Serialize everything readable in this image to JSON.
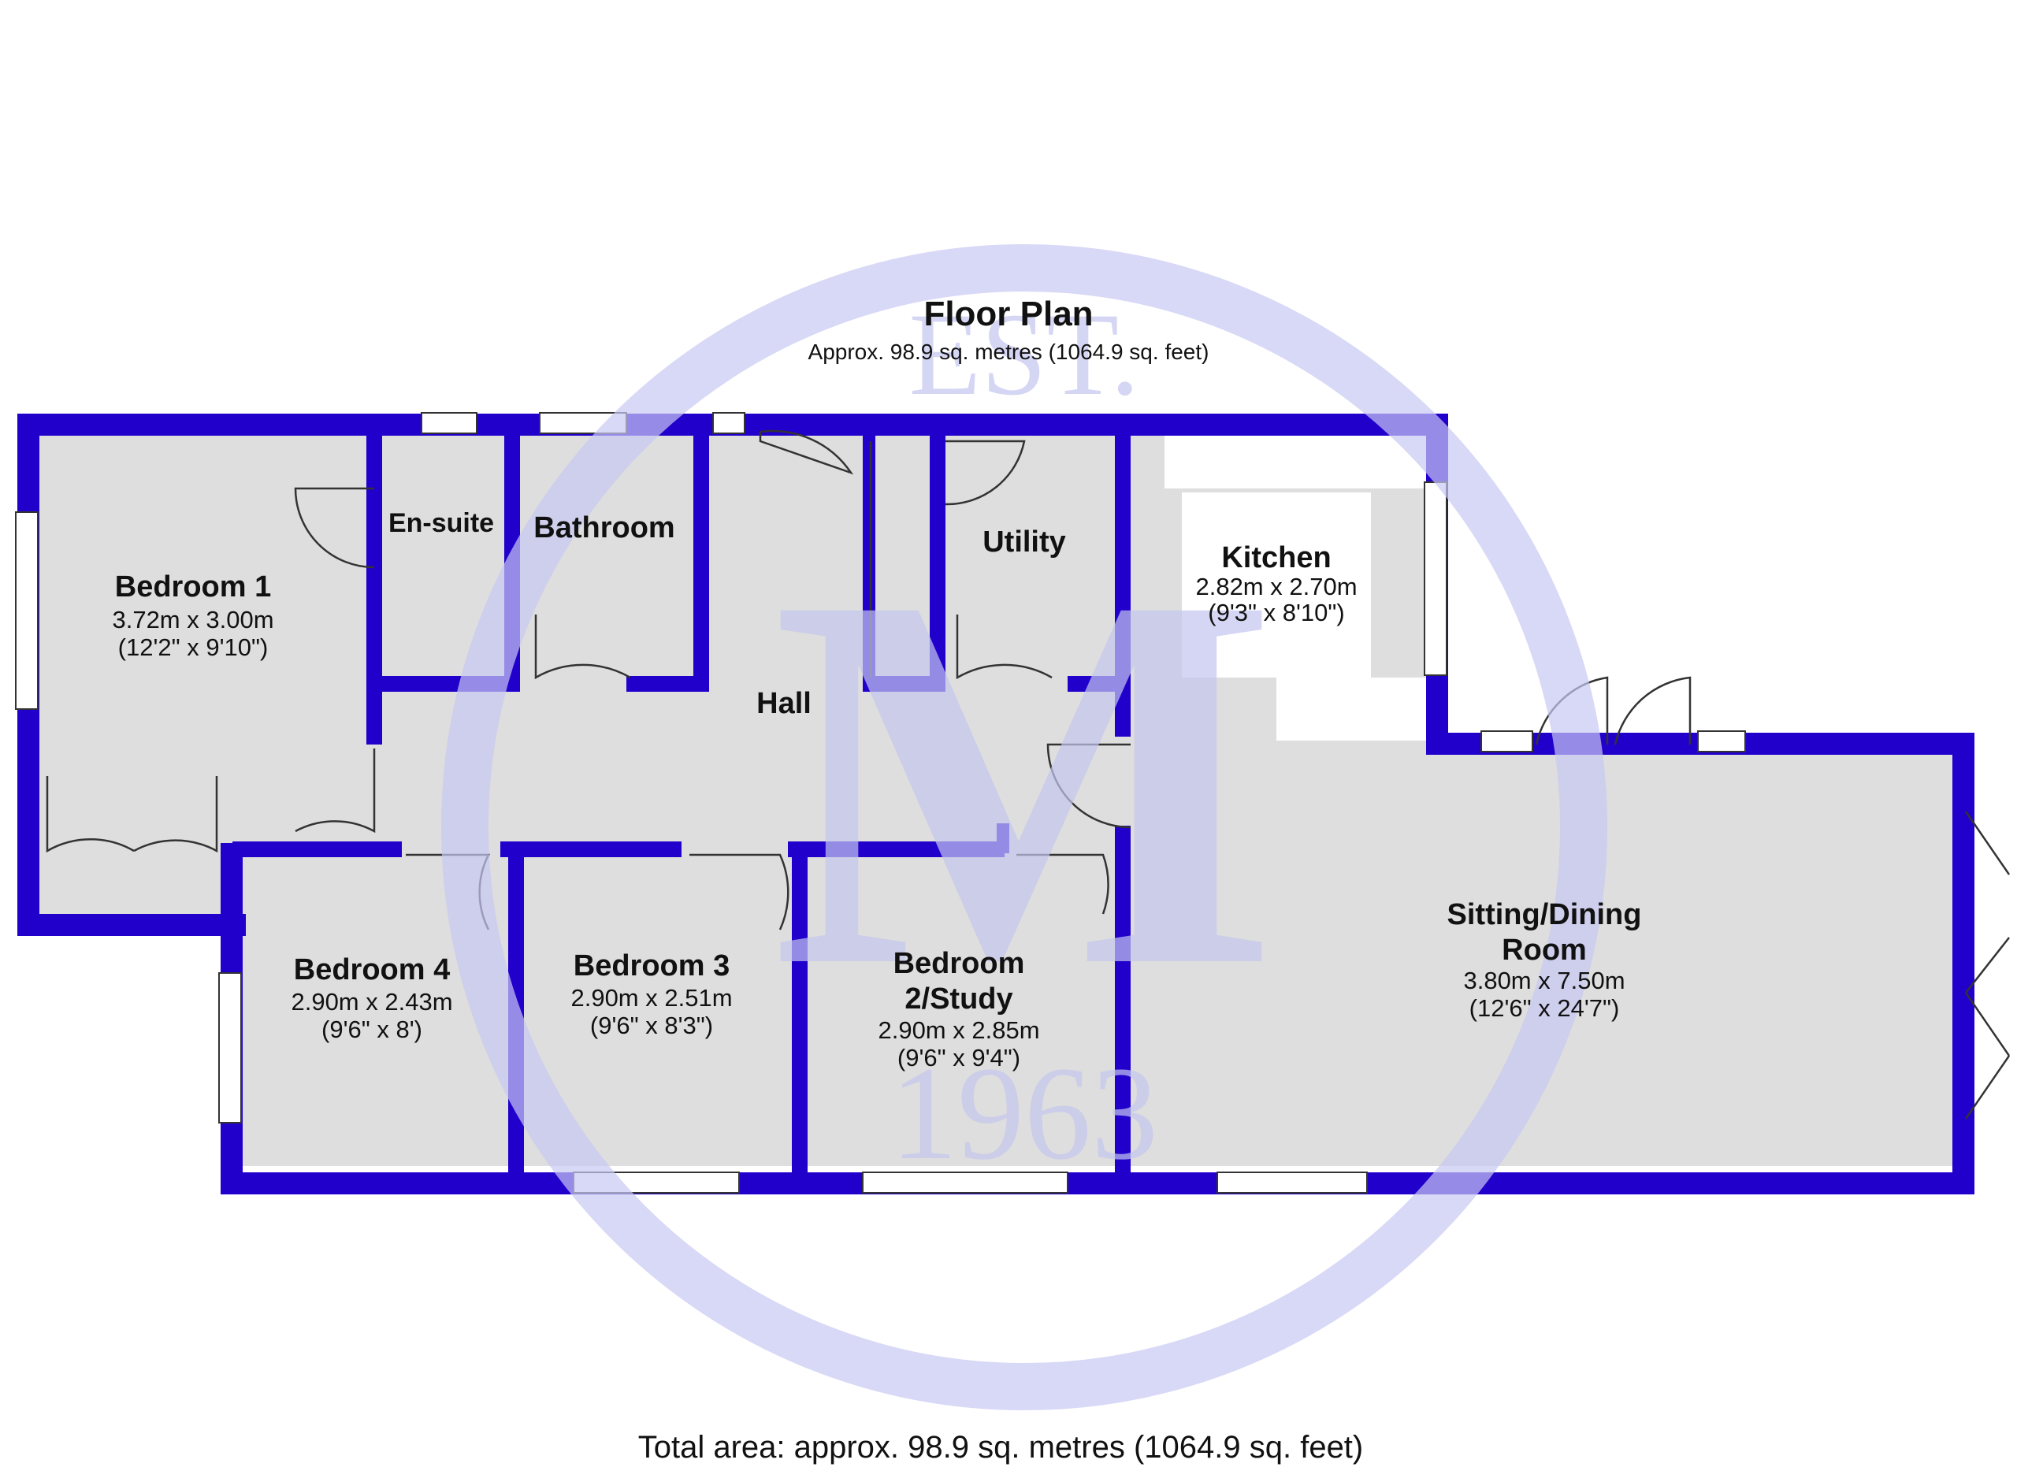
{
  "plan": {
    "title": "Floor Plan",
    "subtitle": "Approx. 98.9 sq. metres (1064.9 sq. feet)",
    "footer": "Total area: approx. 98.9 sq. metres (1064.9 sq. feet)"
  },
  "watermark": {
    "top_text": "EST.",
    "letter": "M",
    "bottom_text": "1963",
    "color": "#c8c8f4"
  },
  "colors": {
    "wall": "#2200cc",
    "floor": "#dedede"
  },
  "rooms": {
    "bedroom1": {
      "name": "Bedroom 1",
      "metric": "3.72m x 3.00m",
      "imperial": "(12'2\" x 9'10\")"
    },
    "ensuite": {
      "name": "En-suite"
    },
    "bathroom": {
      "name": "Bathroom"
    },
    "utility": {
      "name": "Utility"
    },
    "kitchen": {
      "name": "Kitchen",
      "metric": "2.82m x 2.70m",
      "imperial": "(9'3\" x 8'10\")"
    },
    "hall": {
      "name": "Hall"
    },
    "bedroom4": {
      "name": "Bedroom 4",
      "metric": "2.90m x 2.43m",
      "imperial": "(9'6\" x 8')"
    },
    "bedroom3": {
      "name": "Bedroom 3",
      "metric": "2.90m x 2.51m",
      "imperial": "(9'6\" x 8'3\")"
    },
    "bedroom2": {
      "name_line1": "Bedroom",
      "name_line2": "2/Study",
      "metric": "2.90m x 2.85m",
      "imperial": "(9'6\" x 9'4\")"
    },
    "sitting": {
      "name_line1": "Sitting/Dining",
      "name_line2": "Room",
      "metric": "3.80m x 7.50m",
      "imperial": "(12'6\" x 24'7\")"
    }
  }
}
